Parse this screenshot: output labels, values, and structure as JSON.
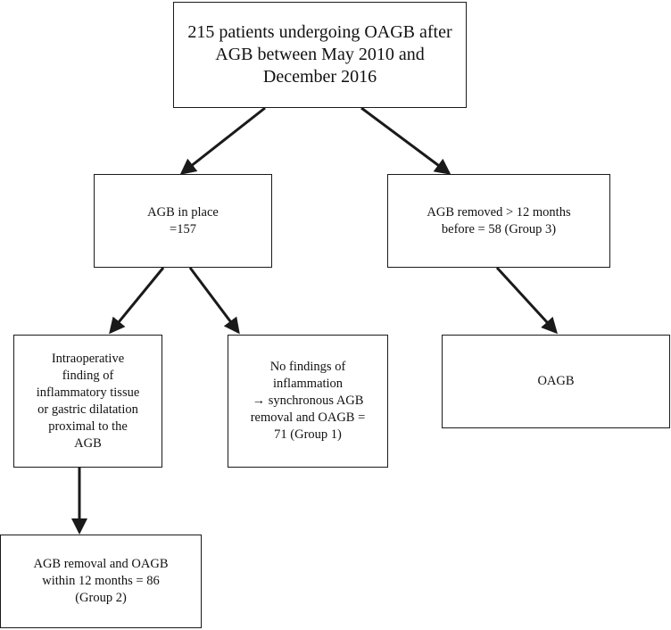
{
  "flowchart": {
    "root": "215 patients undergoing OAGB after\nAGB between May 2010 and\nDecember 2016",
    "agb_in_place": "AGB in place\n=157",
    "agb_removed": "AGB removed > 12 months\nbefore = 58 (Group 3)",
    "inflammatory": "Intraoperative\nfinding of\ninflammatory tissue\nor gastric dilatation\nproximal to the\nAGB",
    "no_inflammation": "No findings of\ninflammation\n→ synchronous AGB\nremoval and OAGB =\n71 (Group 1)",
    "oagb": "OAGB",
    "group2": "AGB removal and OAGB\nwithin 12 months = 86\n(Group 2)"
  },
  "colors": {
    "line": "#1a1a1a",
    "text": "#111111",
    "background": "#ffffff"
  }
}
